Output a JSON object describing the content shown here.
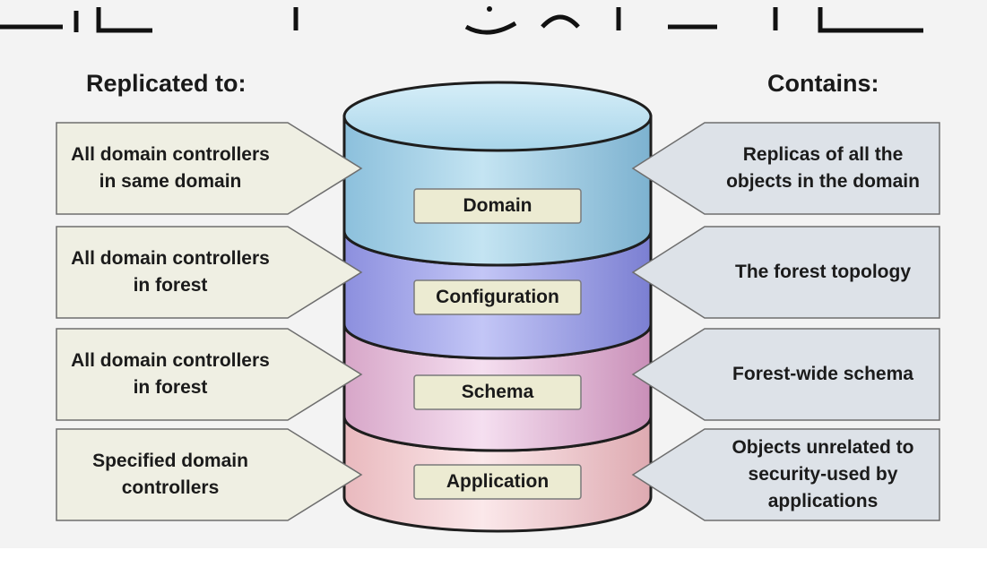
{
  "headings": {
    "left": "Replicated to:",
    "right": "Contains:"
  },
  "layers": [
    {
      "name": "Domain",
      "replicated_to": "All domain controllers in same domain",
      "contains": "Replicas of all the objects in the domain",
      "color": "#a9d3e6"
    },
    {
      "name": "Configuration",
      "replicated_to": "All domain controllers in forest",
      "contains": "The forest topology",
      "color": "#a9acea"
    },
    {
      "name": "Schema",
      "replicated_to": "All domain controllers in forest",
      "contains": "Forest-wide schema",
      "color": "#e3bfd8"
    },
    {
      "name": "Application",
      "replicated_to": "Specified domain controllers",
      "contains": "Objects unrelated to security-used by applications",
      "color": "#f1cfd3"
    }
  ],
  "colors": {
    "left_callout_fill": "#efefe3",
    "right_callout_fill": "#dde2e8",
    "label_box_fill": "#ecebd2"
  }
}
